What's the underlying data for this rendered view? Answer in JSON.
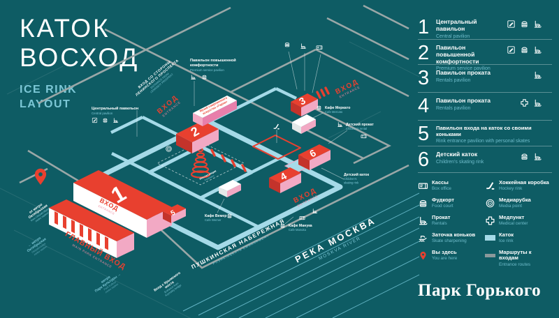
{
  "poster": {
    "title_line1": "КАТОК",
    "title_line2": "ВОСХОД",
    "subtitle_line1": "ICE RINK",
    "subtitle_line2": "LAYOUT",
    "brand": "Парк Горького"
  },
  "colors": {
    "background": "#0e5c64",
    "accent_red": "#e8402f",
    "ice_blue": "#a5dae8",
    "text_blue": "#7cc7d6",
    "pink": "#f2a9c4",
    "road_gray": "#9aa7a7"
  },
  "legend_numbered": [
    {
      "num": "1",
      "ru": "Центральный павильон",
      "en": "Central pavilion",
      "icons": [
        "edit",
        "food",
        "skate"
      ]
    },
    {
      "num": "2",
      "ru": "Павильон повышенной комфортности",
      "en": "Premium service pavilion",
      "icons": [
        "edit",
        "food",
        "skate"
      ]
    },
    {
      "num": "3",
      "ru": "Павильон проката",
      "en": "Rentals pavilion",
      "icons": [
        "skate"
      ]
    },
    {
      "num": "4",
      "ru": "Павильон проката",
      "en": "Rentals pavilion",
      "icons": [
        "medical",
        "skate"
      ]
    },
    {
      "num": "5",
      "ru": "Павильон входа на каток со своими коньками",
      "en": "Rink entrance pavilion with personal skates",
      "icons": []
    },
    {
      "num": "6",
      "ru": "Детский каток",
      "en": "Children's skating rink",
      "icons": [
        "food",
        "skate"
      ]
    }
  ],
  "legend_icons": {
    "left": [
      {
        "icon": "ticket",
        "ru": "Кассы",
        "en": "Box office"
      },
      {
        "icon": "food",
        "ru": "Фудкорт",
        "en": "Food court"
      },
      {
        "icon": "skate",
        "ru": "Прокат",
        "en": "Rentals"
      },
      {
        "icon": "sharpening",
        "ru": "Заточка коньков",
        "en": "Skate sharpening"
      },
      {
        "icon": "pin",
        "ru": "Вы здесь",
        "en": "You are here"
      }
    ],
    "right": [
      {
        "icon": "hockey",
        "ru": "Хоккейная коробка",
        "en": "Hockey rink"
      },
      {
        "icon": "media",
        "ru": "Медиарубка",
        "en": "Media point"
      },
      {
        "icon": "medical",
        "ru": "Медпункт",
        "en": "Medical center"
      },
      {
        "icon": "rink",
        "ru": "Каток",
        "en": "Ice rink"
      },
      {
        "icon": "routes",
        "ru": "Маршруты к входам",
        "en": "Entrance routes"
      }
    ]
  },
  "map": {
    "numbers": [
      "1",
      "2",
      "3",
      "4",
      "5",
      "6"
    ],
    "labels": {
      "leninsky": {
        "ru1": "ВХОД СО СТОРОНЫ",
        "ru2": "ЛЕНИНСКОГО ПРОСПЕКТА",
        "en1": "ENTRANCE FROM",
        "en2": "LENINSKIY PROSPEKT"
      },
      "entrance": {
        "ru": "ВХОД",
        "en": "ENTRANCE"
      },
      "central": {
        "ru": "Центральный павильон",
        "en": "Central pavilion"
      },
      "premium": {
        "ru1": "Павильон повышенной",
        "ru2": "комфортности",
        "en": "Premium service pavilion"
      },
      "garage": {
        "ru1": "Музей современного",
        "ru2": "искусства «Гараж»"
      },
      "mercato": {
        "ru": "Кафе Меркато",
        "en": "Cafe Mercato"
      },
      "children_rental": {
        "ru": "Детский прокат",
        "en": "Children's rental"
      },
      "children_rink": {
        "ru": "Детский каток",
        "en1": "Children's",
        "en2": "skating rink"
      },
      "wemer": {
        "ru": "Кафе Вемер",
        "en": "Cafe Wemer"
      },
      "manuka": {
        "ru": "Кафе Манука",
        "en": "Cafe Manuka"
      },
      "embankment": {
        "ru": "ПУШКИНСКАЯ НАБЕРЕЖНАЯ",
        "en": "PUSHKINSKAYA EMBANKMENT"
      },
      "river": {
        "ru": "РЕКА МОСКВА",
        "en": "MOSKVA RIVER"
      },
      "main_entrance": {
        "ru": "ГЛАВНЫЙ ВХОД",
        "en": "MAIN PARK ENTRANCE"
      },
      "from_oktyabrskaya": {
        "ru1": "от метро",
        "ru2": "Октябрьская",
        "en1": "from Oktyabrskaya",
        "en2": "metro station"
      },
      "metro_oktyabrskaya": {
        "ru1": "← метро",
        "ru2": "Октябрьская",
        "en1": "Oktyabrskaya",
        "en2": "metro station"
      },
      "park_kultury": {
        "ru1": "метро",
        "ru2": "Парк Культуры →",
        "en1": "Park Kultury",
        "en2": "metro station"
      },
      "krymsky": {
        "ru1": "Вход с Крымского",
        "ru2": "моста",
        "en1": "Entrance from",
        "en2": "Krymskiy bridge"
      },
      "installation": {
        "ru": "Инсталляция",
        "en": "Installation"
      }
    }
  }
}
